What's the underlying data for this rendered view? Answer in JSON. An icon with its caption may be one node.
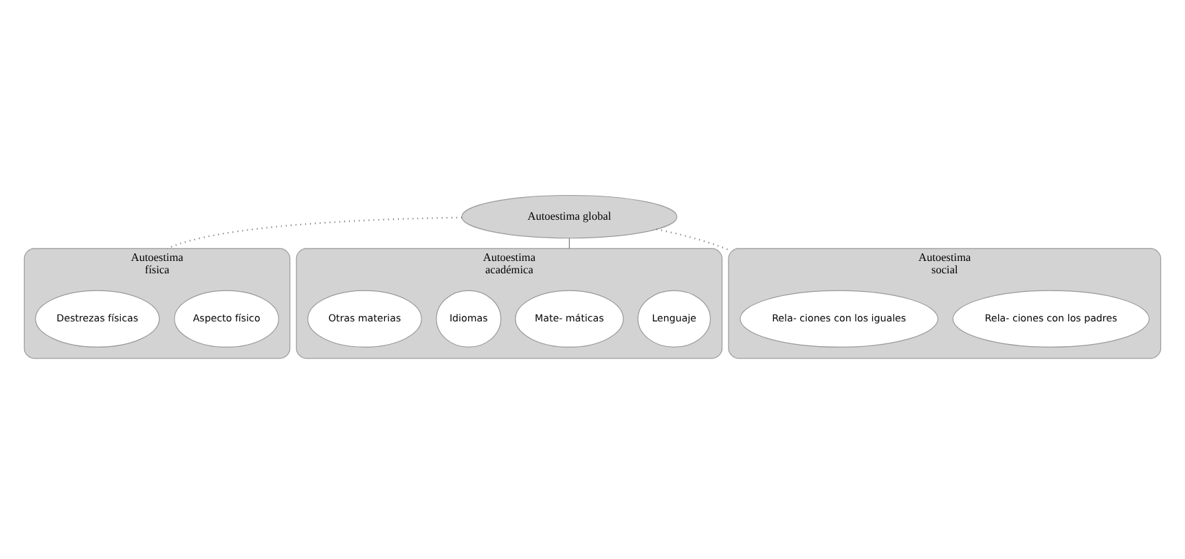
{
  "diagram": {
    "nodes": [
      {
        "text": [
          "Autoestima global"
        ]
      },
      {
        "text": [
          "Autoestima",
          "física"
        ]
      },
      {
        "text": [
          "Aspecto físico"
        ],
        "in": 1
      },
      {
        "text": [
          "Destrezas físicas"
        ],
        "in": 1
      },
      {
        "text": [
          "Autoestima",
          "académica"
        ]
      },
      {
        "text": [
          "Lenguaje"
        ],
        "in": 4
      },
      {
        "text": [
          "Mate- máticas"
        ],
        "in": 4
      },
      {
        "text": [
          "Idiomas"
        ],
        "in": 4
      },
      {
        "text": [
          "Otras materias"
        ],
        "in": 4
      },
      {
        "text": [
          "Autoestima",
          "social"
        ]
      },
      {
        "text": [
          "Rela- ciones con los padres"
        ],
        "in": 9
      },
      {
        "text": [
          "Rela- ciones con los iguales"
        ],
        "in": 9
      }
    ],
    "edges": [
      {
        "from": 0,
        "to": 1,
        "arrow": "none",
        "style": "dashed"
      },
      {
        "from": 0,
        "to": 4,
        "arrow": "none"
      },
      {
        "from": 0,
        "to": 9,
        "arrow": "none",
        "style": "dashed"
      }
    ]
  }
}
